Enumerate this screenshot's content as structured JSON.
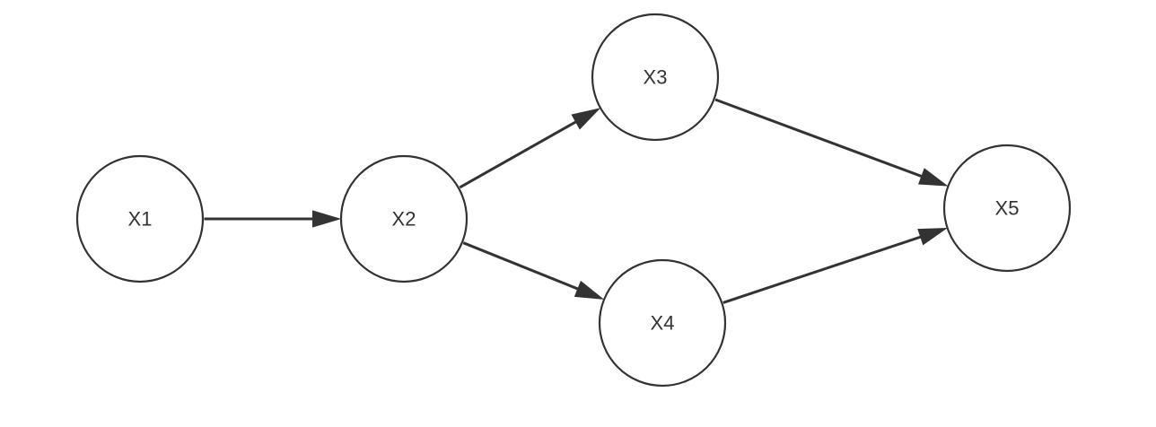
{
  "diagram": {
    "type": "directed-graph",
    "line_color": "#333333",
    "node_fill": "#ffffff",
    "nodes": [
      {
        "id": "x1",
        "label": "X1"
      },
      {
        "id": "x2",
        "label": "X2"
      },
      {
        "id": "x3",
        "label": "X3"
      },
      {
        "id": "x4",
        "label": "X4"
      },
      {
        "id": "x5",
        "label": "X5"
      }
    ],
    "edges": [
      {
        "from": "x1",
        "to": "x2"
      },
      {
        "from": "x2",
        "to": "x3"
      },
      {
        "from": "x2",
        "to": "x4"
      },
      {
        "from": "x3",
        "to": "x5"
      },
      {
        "from": "x4",
        "to": "x5"
      }
    ]
  }
}
